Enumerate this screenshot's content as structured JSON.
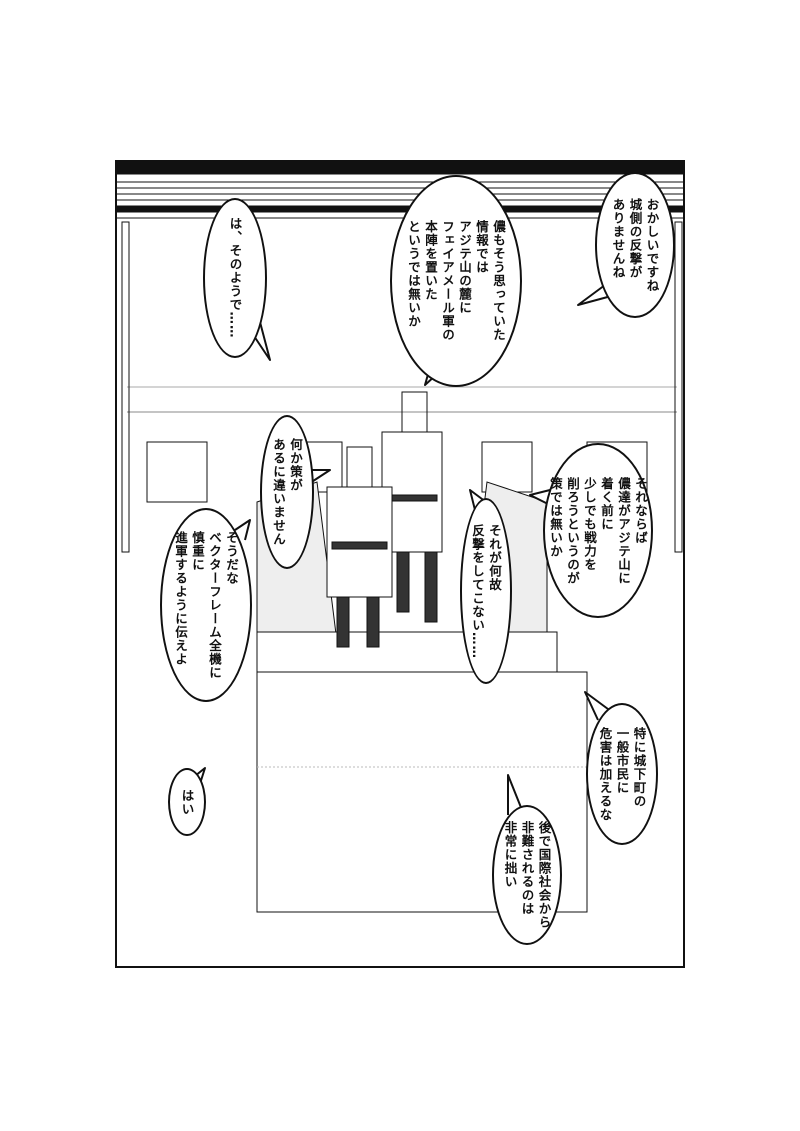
{
  "page": {
    "type": "manga-page",
    "panels": 1,
    "ink_color": "#111111",
    "paper_color": "#ffffff"
  },
  "bubbles": [
    {
      "id": "b1",
      "lines": [
        "おかしいですね",
        "城側の反撃が",
        "ありませんね"
      ]
    },
    {
      "id": "b2",
      "lines": [
        "儂もそう思っていた",
        "情報では",
        "アジテ山の麓に",
        "フェイアメール軍の",
        "本陣を置いた",
        "というでは無いか"
      ]
    },
    {
      "id": "b3",
      "lines": [
        "は、そのようで……"
      ]
    },
    {
      "id": "b4",
      "lines": [
        "何か策が",
        "あるに違いません"
      ]
    },
    {
      "id": "b5",
      "lines": [
        "それならば",
        "儂達がアジテ山に",
        "着く前に",
        "少しでも戦力を",
        "削ろうというのが",
        "策では無いか"
      ]
    },
    {
      "id": "b6",
      "lines": [
        "それが何故",
        "反撃をしてこない……"
      ]
    },
    {
      "id": "b7",
      "lines": [
        "そうだな",
        "ベクターフレーム全機に",
        "慎重に",
        "進軍するように伝えよ"
      ]
    },
    {
      "id": "b8",
      "lines": [
        "特に城下町の",
        "一般市民に",
        "危害は加えるな"
      ]
    },
    {
      "id": "b9",
      "lines": [
        "はい"
      ]
    },
    {
      "id": "b10",
      "lines": [
        "後で国際社会から",
        "非難されるのは",
        "非常に拙い"
      ]
    }
  ]
}
